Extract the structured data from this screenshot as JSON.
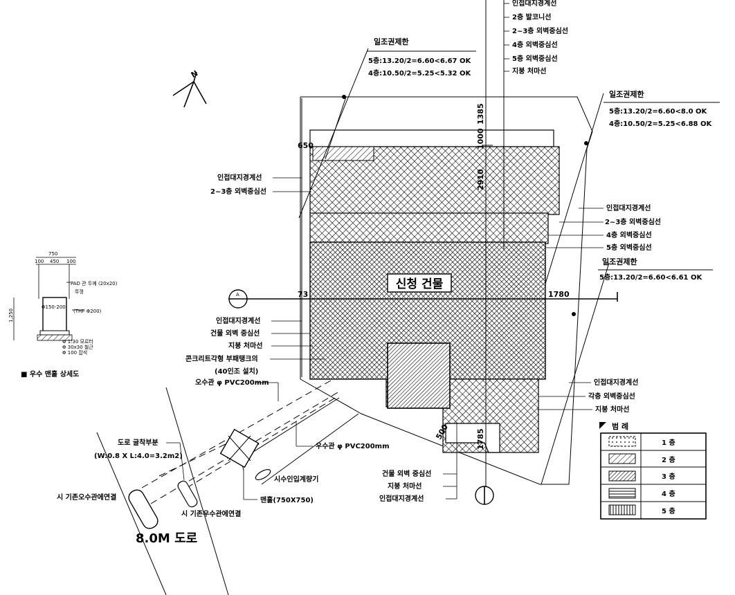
{
  "sunlight_top": {
    "title": "일조권제한",
    "line1": "5층:13.20/2=6.60<6.67 OK",
    "line2": "4층:10.50/2=5.25<5.32 OK"
  },
  "sunlight_right": {
    "title": "일조권제한",
    "line1": "5층:13.20/2=6.60<8.0 OK",
    "line2": "4층:10.50/2=5.25<6.88 OK"
  },
  "sunlight_right2": {
    "title": "일조권제한",
    "line1": "5층:13.20/2=6.60<6.61 OK"
  },
  "top_callouts": [
    "인접대지경계선",
    "2층 발코니선",
    "2~3층 외벽중심선",
    "4층 외벽중심선",
    "5층 외벽중심선",
    "지붕 처마선"
  ],
  "left_callouts_top": [
    "인접대지경계선",
    "2~3층 외벽중심선"
  ],
  "right_callouts_mid": [
    "인접대지경계선",
    "2~3층 외벽중심선",
    "4층 외벽중심선",
    "5층 외벽중심선"
  ],
  "left_callouts_mid": [
    "인접대지경계선",
    "건물 외벽 중심선",
    "지붕 처마선",
    "콘크리트각형 부패탱크의",
    "(40인조 설치)",
    "오수관 φ PVC200mm"
  ],
  "right_callouts_low": [
    "인접대지경계선",
    "각층 외벽중심선",
    "지붕 처마선"
  ],
  "bottom_callouts": [
    "건물 외벽 중심선",
    "지붕 처마선",
    "인접대지경계선"
  ],
  "dims": {
    "d650": "650",
    "d73": "73",
    "d1780": "1780",
    "d1385": "1385",
    "d1000": "1000",
    "d2910": "2910",
    "d1785": "1785",
    "d500": "500"
  },
  "building_label": "신청 건물",
  "north_label": "N",
  "road_label": "8.0M 도로",
  "pipes": {
    "rain_pipe": "우수관 φ PVC200mm",
    "road_gutter": "도로 굴착부분",
    "road_gutter_dim": "(W:0.8 X L:4.0=3.2m2)",
    "city_sewer": "시 기존오수관에연결",
    "city_rain": "시 기존우수관에연결",
    "manhole_label": "시수인입계량기",
    "manhole_size": "맨홀(750X750)"
  },
  "detail": {
    "caption": "■ 우수 맨홀 상세도",
    "dim_top": "750",
    "dim_sub": [
      "100",
      "450",
      "100"
    ],
    "dim_side": "1,250",
    "pipe_note": "(THP Φ200)",
    "notes": [
      "PAD 관 두께 (20x20)",
      "뚜껑",
      "Φ150-200",
      "Φ 1:30 모르터",
      "Φ 30x30 철근",
      "Φ 100 잡석"
    ]
  },
  "legend": {
    "title": "범 례",
    "rows": [
      {
        "label": "1 층"
      },
      {
        "label": "2 층"
      },
      {
        "label": "3 층"
      },
      {
        "label": "4 층"
      },
      {
        "label": "5 층"
      }
    ]
  }
}
